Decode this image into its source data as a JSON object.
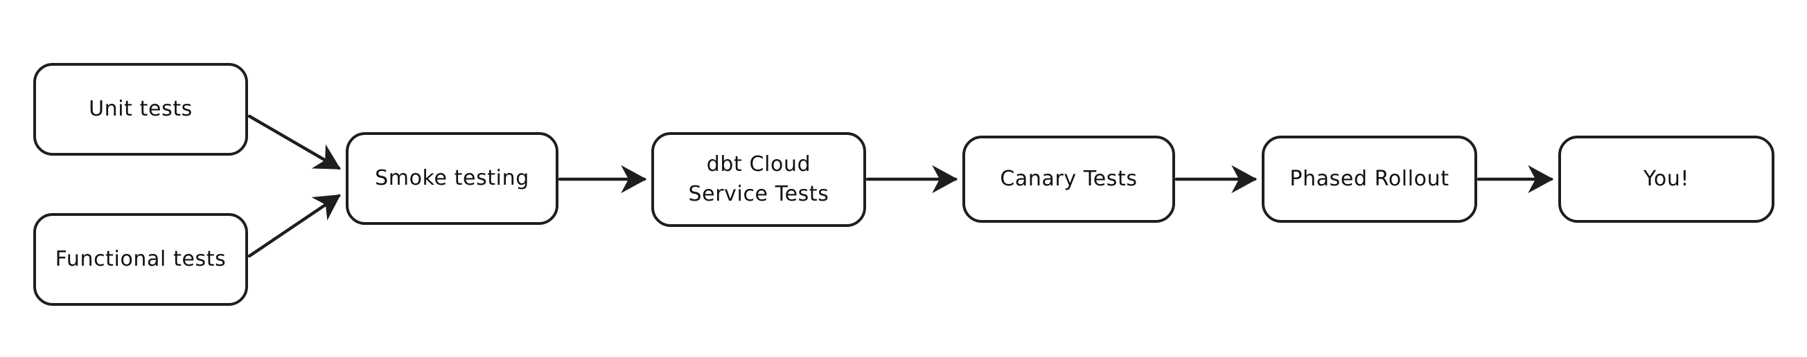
{
  "diagram": {
    "title": "Testing and release pipeline flowchart",
    "background_color": "#ffffff",
    "stroke_color": "#1e1e1e",
    "text_color": "#121212",
    "nodes": [
      {
        "id": "unit",
        "label": "Unit tests"
      },
      {
        "id": "functional",
        "label": "Functional tests"
      },
      {
        "id": "smoke",
        "label": "Smoke testing"
      },
      {
        "id": "dbtcloud",
        "label": "dbt Cloud\nService Tests"
      },
      {
        "id": "canary",
        "label": "Canary Tests"
      },
      {
        "id": "phased",
        "label": "Phased Rollout"
      },
      {
        "id": "you",
        "label": "You!"
      }
    ],
    "edges": [
      {
        "from": "unit",
        "to": "smoke",
        "label": "",
        "arrow": "end"
      },
      {
        "from": "functional",
        "to": "smoke",
        "label": "",
        "arrow": "end"
      },
      {
        "from": "smoke",
        "to": "dbtcloud",
        "label": "",
        "arrow": "end"
      },
      {
        "from": "dbtcloud",
        "to": "canary",
        "label": "",
        "arrow": "end"
      },
      {
        "from": "canary",
        "to": "phased",
        "label": "",
        "arrow": "end"
      },
      {
        "from": "phased",
        "to": "you",
        "label": "",
        "arrow": "end"
      }
    ]
  }
}
